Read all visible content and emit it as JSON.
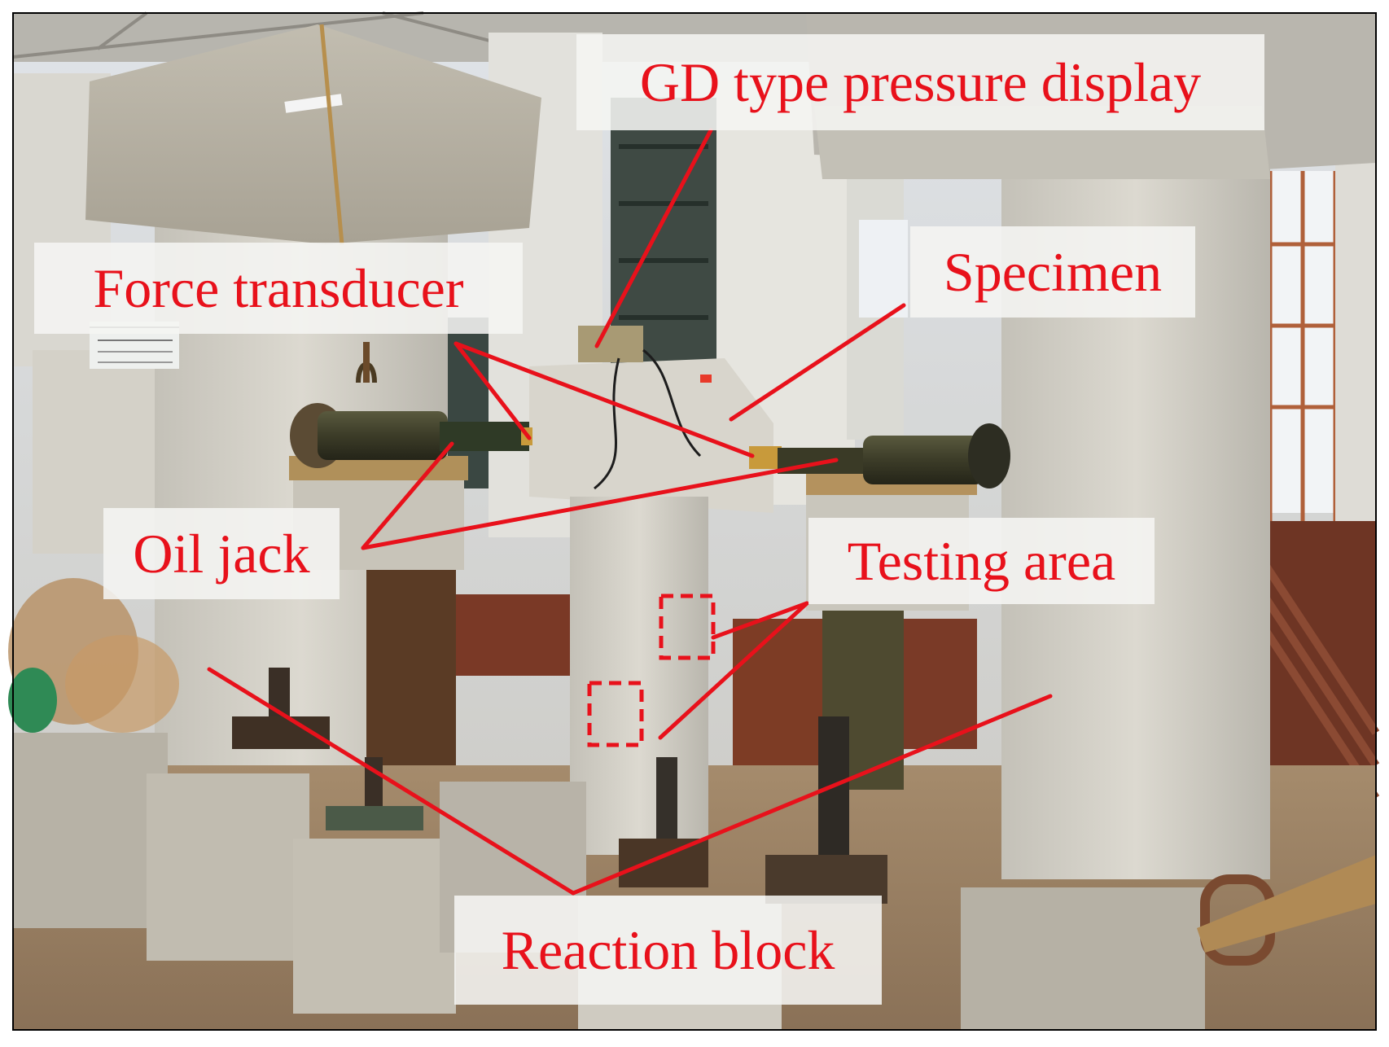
{
  "labels": {
    "gd_display": "GD type pressure display",
    "specimen": "Specimen",
    "force_transducer": "Force transducer",
    "oil_jack": "Oil jack",
    "testing_area": "Testing area",
    "reaction_block": "Reaction block"
  },
  "colors": {
    "annotation": "#e8111b",
    "label_background": "#f5f5f3",
    "concrete": "#cfccc3",
    "concrete_dark": "#a9a69c",
    "rust": "#7a3a22",
    "steel_dark": "#3a3a30",
    "wood": "#b08a55",
    "wall": "#eceff1",
    "ground": "#9c8466",
    "frame_border": "#000000"
  }
}
